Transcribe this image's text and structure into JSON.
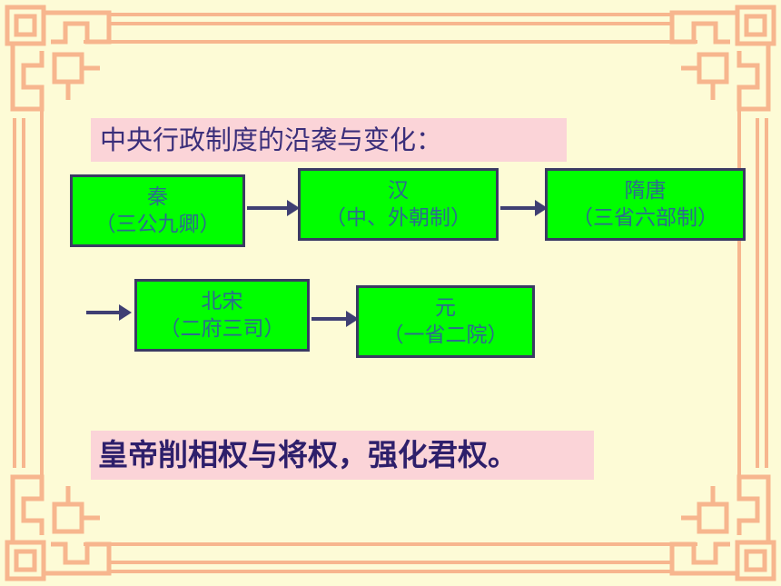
{
  "title": "中央行政制度的沿袭与变化：",
  "nodes": [
    {
      "name": "秦",
      "detail": "（三公九卿）"
    },
    {
      "name": "汉",
      "detail": "（中、外朝制）"
    },
    {
      "name": "隋唐",
      "detail": "（三省六部制）"
    },
    {
      "name": "北宋",
      "detail": "（二府三司）"
    },
    {
      "name": "元",
      "detail": "（一省二院）"
    }
  ],
  "conclusion": "皇帝削相权与将权，强化君权。",
  "colors": {
    "background": "#fdfbd6",
    "frame": "#f7b68e",
    "box_fill": "#00ff00",
    "box_border": "#3b3a63",
    "box_text": "#2d6b8e",
    "banner_fill": "#fbd4d8",
    "arrow": "#3f3f73"
  }
}
